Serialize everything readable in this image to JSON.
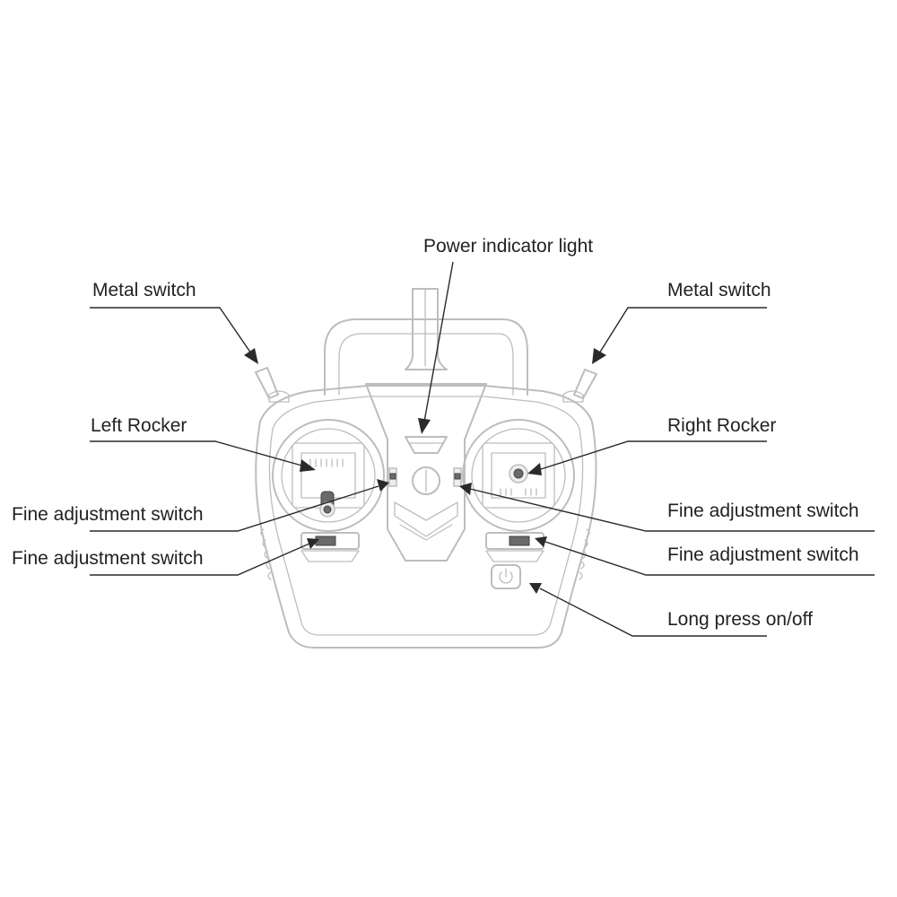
{
  "labels": {
    "power_indicator": "Power indicator light",
    "metal_switch_left": "Metal switch",
    "metal_switch_right": "Metal switch",
    "left_rocker": "Left Rocker",
    "right_rocker": "Right Rocker",
    "fine_adj_left_1": "Fine adjustment switch",
    "fine_adj_left_2": "Fine adjustment switch",
    "fine_adj_right_1": "Fine adjustment switch",
    "fine_adj_right_2": "Fine adjustment switch",
    "power_button": "Long press on/off"
  },
  "icons": {
    "power_button_icon": "power-icon"
  },
  "colors": {
    "outline": "#bdbdbd",
    "text": "#222222",
    "leader": "#2a2a2a"
  }
}
